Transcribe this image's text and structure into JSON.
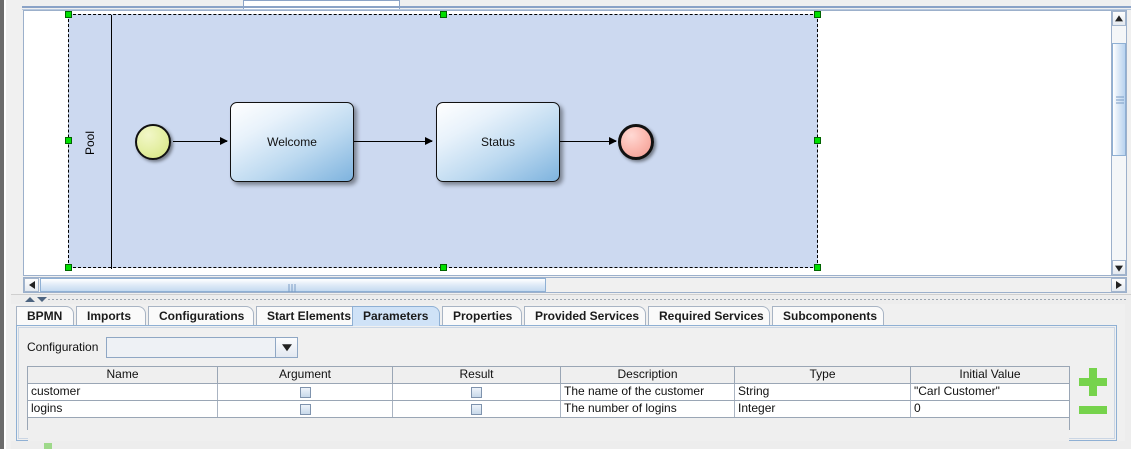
{
  "diagram": {
    "pool_label": "Pool",
    "nodes": [
      {
        "id": "start",
        "type": "start-event",
        "label": ""
      },
      {
        "id": "welcome",
        "type": "task",
        "label": "Welcome"
      },
      {
        "id": "status",
        "type": "task",
        "label": "Status"
      },
      {
        "id": "end",
        "type": "end-event",
        "label": ""
      }
    ],
    "selection": "pool",
    "colors": {
      "pool_fill": "#ccd9f0",
      "start_fill": "#d4e47e",
      "end_fill": "#f09a90",
      "task_fill": "#7eb3de",
      "handle": "#00e000"
    }
  },
  "tabs": [
    {
      "label": "BPMN",
      "selected": false
    },
    {
      "label": "Imports",
      "selected": false
    },
    {
      "label": "Configurations",
      "selected": false
    },
    {
      "label": "Start Elements",
      "selected": false
    },
    {
      "label": "Parameters",
      "selected": true
    },
    {
      "label": "Properties",
      "selected": false
    },
    {
      "label": "Provided Services",
      "selected": false
    },
    {
      "label": "Required Services",
      "selected": false
    },
    {
      "label": "Subcomponents",
      "selected": false
    }
  ],
  "parameters_panel": {
    "configuration_label": "Configuration",
    "configuration_value": "",
    "configuration_placeholder": "",
    "columns": [
      "Name",
      "Argument",
      "Result",
      "Description",
      "Type",
      "Initial Value"
    ],
    "rows": [
      {
        "name": "customer",
        "argument": false,
        "result": false,
        "description": "The name of the customer",
        "type": "String",
        "initial_value": "\"Carl Customer\""
      },
      {
        "name": "logins",
        "argument": false,
        "result": false,
        "description": "The number of logins",
        "type": "Integer",
        "initial_value": "0"
      }
    ],
    "add_button": "+",
    "remove_button": "-"
  },
  "scrollbars": {
    "vertical_icon_up": "triangle-up",
    "vertical_icon_down": "triangle-down",
    "horizontal_icon_left": "triangle-left",
    "horizontal_icon_right": "triangle-right"
  }
}
